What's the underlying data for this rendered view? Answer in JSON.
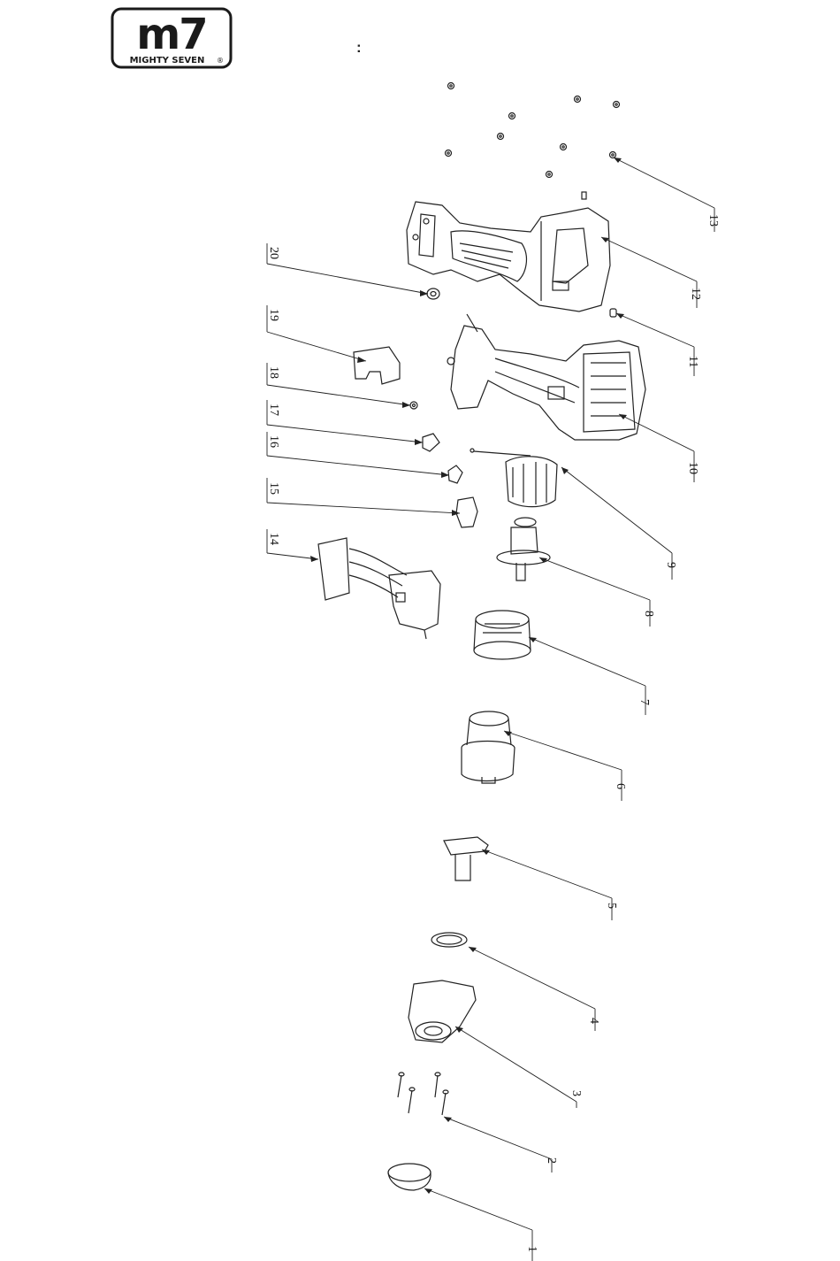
{
  "logo": {
    "mark": "m7",
    "tagline": "MIGHTY SEVEN",
    "reg": "®"
  },
  "header": {
    "colon": ":"
  },
  "callouts": [
    "1",
    "2",
    "3",
    "4",
    "5",
    "6",
    "7",
    "8",
    "9",
    "10",
    "11",
    "12",
    "13",
    "14",
    "15",
    "16",
    "17",
    "18",
    "19",
    "20"
  ]
}
